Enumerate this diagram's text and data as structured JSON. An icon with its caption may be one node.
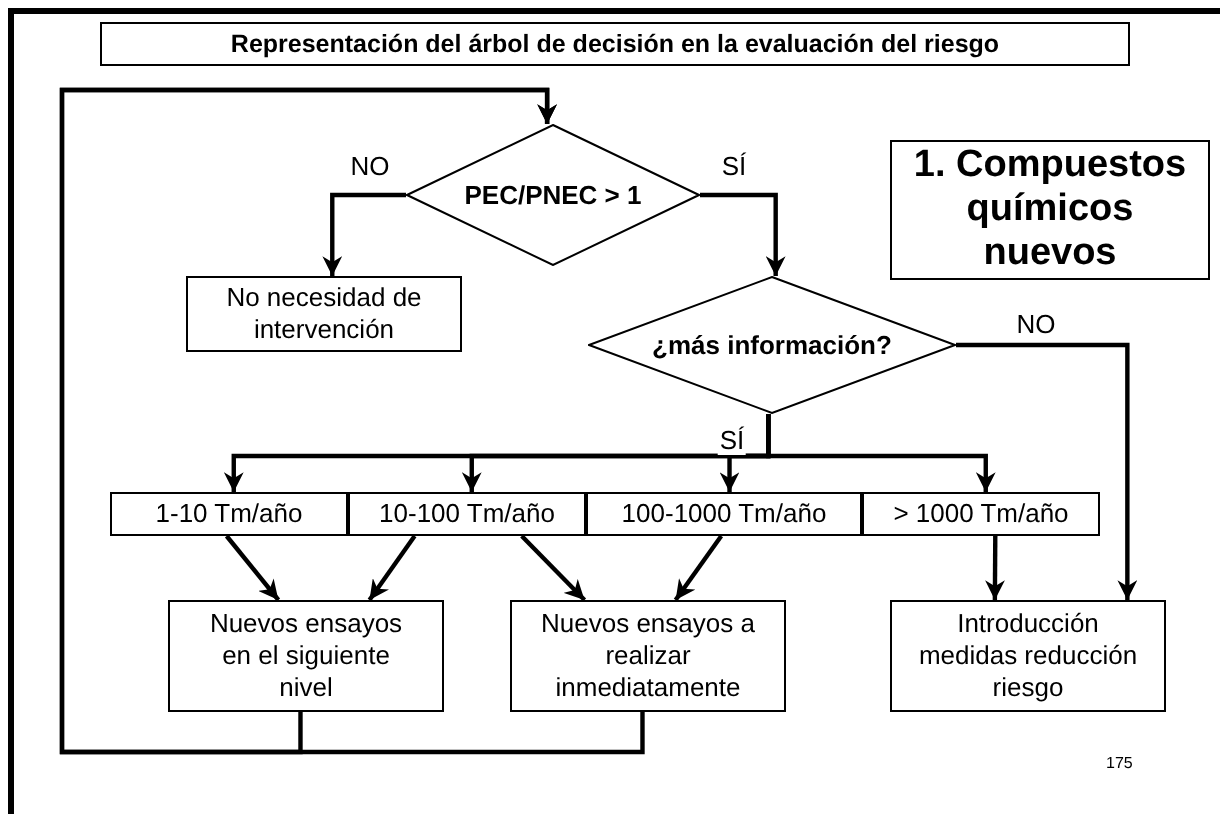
{
  "diagram": {
    "title": "Representación del árbol de decisión en la evaluación del riesgo",
    "nodes": [
      {
        "text": [
          "PEC/PNEC > 1"
        ]
      },
      {
        "text": [
          "1. Compuestos químicos nuevos"
        ]
      },
      {
        "text": [
          "No necesidad de intervención"
        ]
      },
      {
        "text": [
          "¿más información?"
        ]
      },
      {
        "text": [
          "1-10 Tm/año"
        ]
      },
      {
        "text": [
          "10-100 Tm/año"
        ]
      },
      {
        "text": [
          "100-1000 Tm/año"
        ]
      },
      {
        "text": [
          "> 1000 Tm/año"
        ]
      },
      {
        "text": [
          "Nuevos ensayos en el siguiente nivel"
        ]
      },
      {
        "text": [
          "Nuevos ensayos a realizar inmediatamente"
        ]
      },
      {
        "text": [
          "Introducción medidas reducción riesgo"
        ]
      }
    ],
    "edges": [
      {
        "from": 0,
        "to": 2,
        "arrow": "to",
        "label": "NO"
      },
      {
        "from": 0,
        "to": 3,
        "arrow": "to",
        "label": "SÍ"
      },
      {
        "from": 3,
        "to": 4,
        "arrow": "to",
        "label": "SÍ"
      },
      {
        "from": 3,
        "to": 5,
        "arrow": "to"
      },
      {
        "from": 3,
        "to": 6,
        "arrow": "to"
      },
      {
        "from": 3,
        "to": 7,
        "arrow": "to"
      },
      {
        "from": 3,
        "to": 10,
        "arrow": "to",
        "label": "NO"
      },
      {
        "from": 4,
        "to": 8,
        "arrow": "to"
      },
      {
        "from": 5,
        "to": 8,
        "arrow": "to"
      },
      {
        "from": 5,
        "to": 9,
        "arrow": "to"
      },
      {
        "from": 6,
        "to": 9,
        "arrow": "to"
      },
      {
        "from": 7,
        "to": 10,
        "arrow": "to"
      },
      {
        "from": 8,
        "to": 0,
        "arrow": "to"
      },
      {
        "from": 9,
        "to": 0,
        "arrow": "to"
      }
    ],
    "labels": [
      "175"
    ]
  }
}
